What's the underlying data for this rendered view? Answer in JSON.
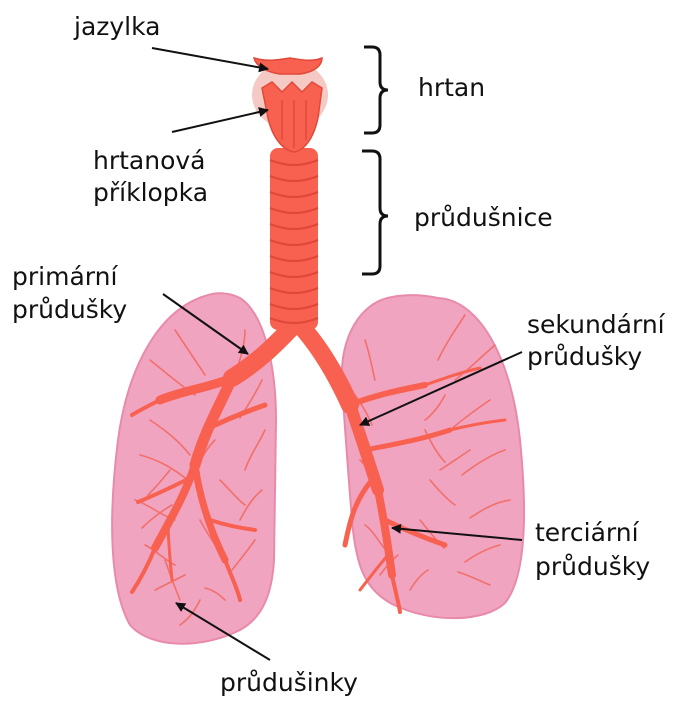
{
  "labels": {
    "jazylka": "jazylka",
    "hrtan": "hrtan",
    "hrtanova_1": "hrtanová",
    "hrtanova_2": "příklopka",
    "prudusnice": "průdušnice",
    "primarni_1": "primární",
    "primarni_2": "průdušky",
    "sekundarni_1": "sekundární",
    "sekundarni_2": "průdušky",
    "terciarni_1": "terciární",
    "terciarni_2": "průdušky",
    "prudusinky": "průdušinky"
  },
  "colors": {
    "airway": "#f8604f",
    "airway_dark": "#e0483a",
    "lung": "#f0a4c0",
    "lung_edge": "#e88aab",
    "vein": "#f26f6a",
    "larynx_halo": "#f5c9c4",
    "text": "#111111"
  }
}
